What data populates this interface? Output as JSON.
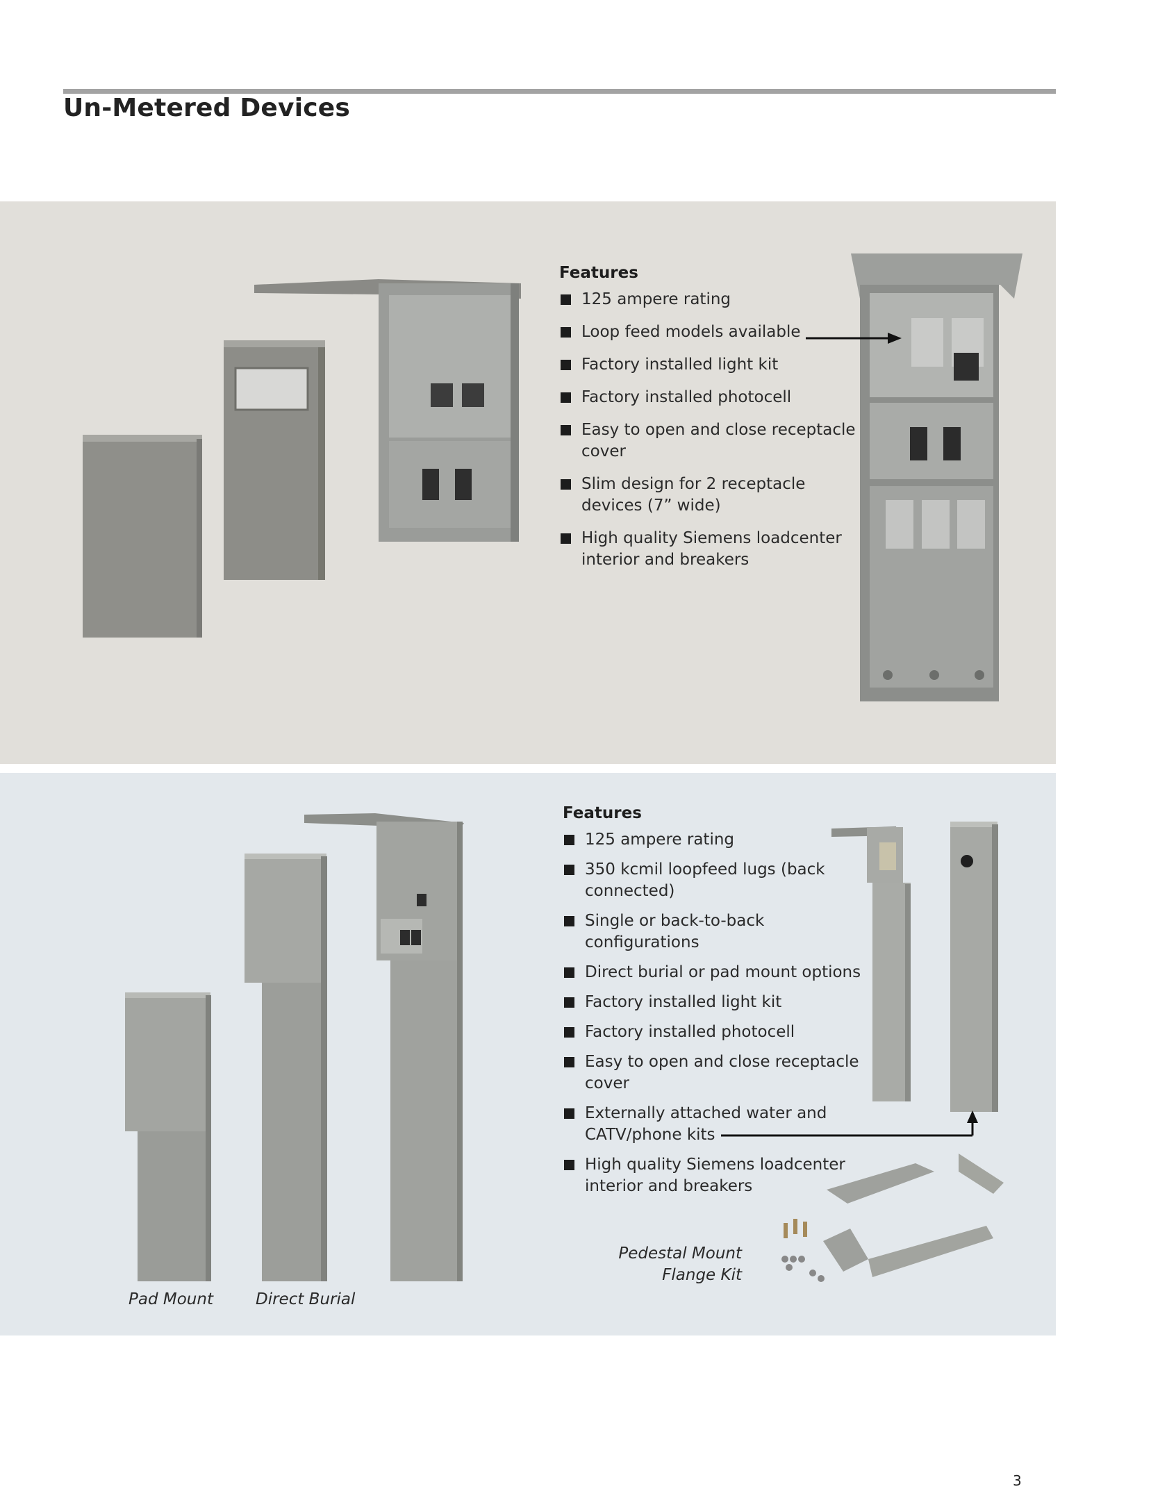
{
  "page": {
    "title": "Un-Metered Devices",
    "page_number": "3"
  },
  "top_section": {
    "features_heading": "Features",
    "features": [
      "125 ampere rating",
      "Loop feed models available",
      "Factory installed light kit",
      "Factory installed photocell",
      "Easy to open and close receptacle cover",
      "Slim design for 2 receptacle devices (7” wide)",
      "High quality Siemens loadcenter interior and breakers"
    ]
  },
  "bottom_section": {
    "features_heading": "Features",
    "features": [
      "125 ampere rating",
      "350 kcmil loopfeed lugs (back connected)",
      "Single or back-to-back configurations",
      "Direct burial or pad mount options",
      "Factory installed light kit",
      "Factory installed photocell",
      "Easy to open and close receptacle cover",
      "Externally attached water and CATV/phone kits",
      "High quality Siemens loadcenter interior and breakers"
    ],
    "captions": {
      "pad_mount": "Pad Mount",
      "direct_burial": "Direct Burial",
      "flange_kit_line1": "Pedestal Mount",
      "flange_kit_line2": "Flange Kit"
    }
  }
}
